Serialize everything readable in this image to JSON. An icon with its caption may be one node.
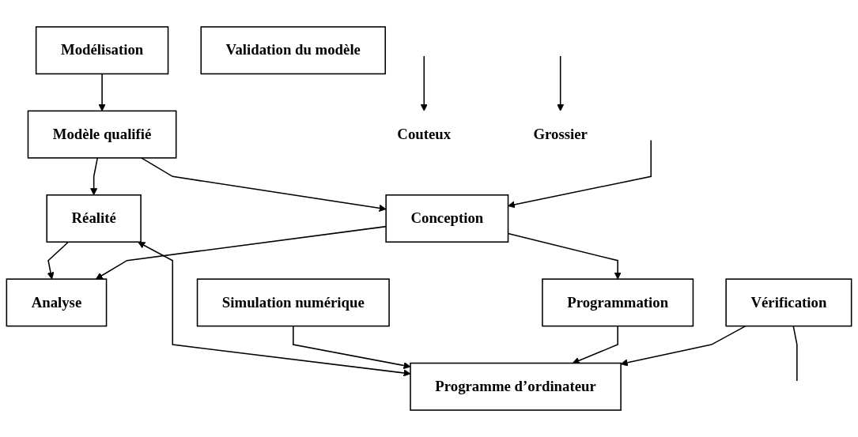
{
  "diagram": {
    "nodes": [
      {
        "text": [
          "Modélisation"
        ]
      },
      {
        "text": [
          "Modèle qualifié"
        ]
      },
      {
        "text": [
          "Réalité"
        ]
      },
      {
        "text": [
          "Conception"
        ]
      },
      {
        "text": [
          "Analyse"
        ]
      },
      {
        "text": [
          "Couteux"
        ]
      },
      {
        "text": [
          "Grossier"
        ]
      },
      {
        "text": [
          "Validation du modèle"
        ]
      },
      {
        "text": [
          "Simulation numérique"
        ]
      },
      {
        "text": [
          "Programmation"
        ]
      },
      {
        "text": [
          "Vérification"
        ]
      },
      {
        "text": [
          "Programme d’ordinateur"
        ]
      }
    ],
    "edges": [
      {
        "from": 0,
        "to": 1,
        "arrow": "to"
      },
      {
        "from": 1,
        "to": 2,
        "arrow": "to"
      },
      {
        "from": 1,
        "to": 3,
        "arrow": "to"
      },
      {
        "from": 2,
        "to": 4,
        "arrow": "to"
      },
      {
        "from": 3,
        "to": 4,
        "arrow": "to"
      },
      {
        "from": null,
        "to": 3,
        "arrow": "to"
      },
      {
        "from": null,
        "to": 5,
        "arrow": "to"
      },
      {
        "from": null,
        "to": 6,
        "arrow": "to"
      },
      {
        "from": 3,
        "to": 9,
        "arrow": "to"
      },
      {
        "from": 2,
        "to": 11,
        "arrow": "both"
      },
      {
        "from": 8,
        "to": 11,
        "arrow": "to"
      },
      {
        "from": 9,
        "to": 11,
        "arrow": "to"
      },
      {
        "from": 10,
        "to": 11,
        "arrow": "to"
      },
      {
        "from": 10,
        "to": null,
        "arrow": "none"
      }
    ]
  }
}
